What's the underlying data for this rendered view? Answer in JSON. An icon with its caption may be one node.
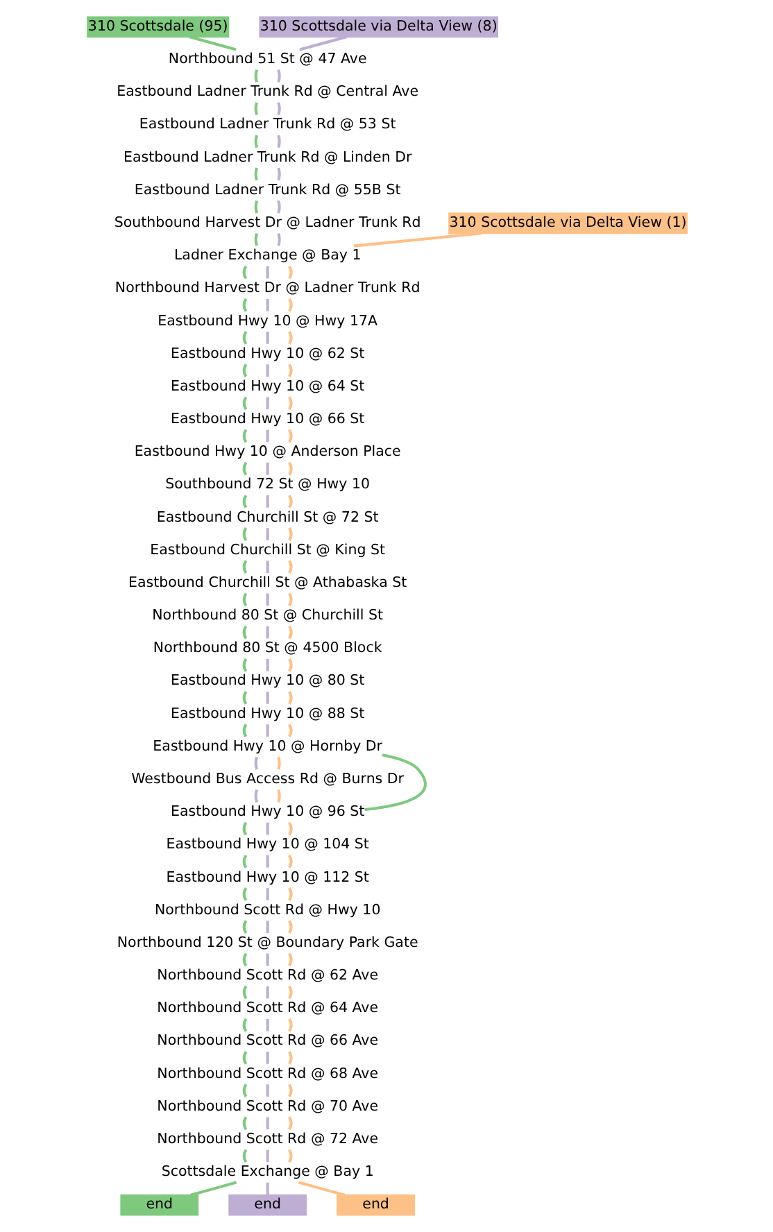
{
  "diagram": {
    "nodes": [
      {
        "text": [
          "310 Scottsdale (95)"
        ]
      },
      {
        "text": [
          "310 Scottsdale via Delta View (8)"
        ]
      },
      {
        "text": [
          "Northbound 51 St @ 47 Ave"
        ]
      },
      {
        "text": [
          "Eastbound Ladner Trunk Rd @ Central Ave"
        ]
      },
      {
        "text": [
          "Eastbound Ladner Trunk Rd @ 53 St"
        ]
      },
      {
        "text": [
          "Eastbound Ladner Trunk Rd @ Linden Dr"
        ]
      },
      {
        "text": [
          "Eastbound Ladner Trunk Rd @ 55B St"
        ]
      },
      {
        "text": [
          "Southbound Harvest Dr @ Ladner Trunk Rd"
        ]
      },
      {
        "text": [
          "310 Scottsdale via Delta View (1)"
        ]
      },
      {
        "text": [
          "Ladner Exchange @ Bay 1"
        ]
      },
      {
        "text": [
          "Northbound Harvest Dr @ Ladner Trunk Rd"
        ]
      },
      {
        "text": [
          "Eastbound Hwy 10 @ Hwy 17A"
        ]
      },
      {
        "text": [
          "Eastbound Hwy 10 @ 62 St"
        ]
      },
      {
        "text": [
          "Eastbound Hwy 10 @ 64 St"
        ]
      },
      {
        "text": [
          "Eastbound Hwy 10 @ 66 St"
        ]
      },
      {
        "text": [
          "Eastbound Hwy 10 @ Anderson Place"
        ]
      },
      {
        "text": [
          "Southbound 72 St @ Hwy 10"
        ]
      },
      {
        "text": [
          "Eastbound Churchill St @ 72 St"
        ]
      },
      {
        "text": [
          "Eastbound Churchill St @ King St"
        ]
      },
      {
        "text": [
          "Eastbound Churchill St @ Athabaska St"
        ]
      },
      {
        "text": [
          "Northbound 80 St @ Churchill St"
        ]
      },
      {
        "text": [
          "Northbound 80 St @ 4500 Block"
        ]
      },
      {
        "text": [
          "Eastbound Hwy 10 @ 80 St"
        ]
      },
      {
        "text": [
          "Eastbound Hwy 10 @ 88 St"
        ]
      },
      {
        "text": [
          "Eastbound Hwy 10 @ Hornby Dr"
        ]
      },
      {
        "text": [
          "Westbound Bus Access Rd @ Burns Dr"
        ]
      },
      {
        "text": [
          "Eastbound Hwy 10 @ 96 St"
        ]
      },
      {
        "text": [
          "Eastbound Hwy 10 @ 104 St"
        ]
      },
      {
        "text": [
          "Eastbound Hwy 10 @ 112 St"
        ]
      },
      {
        "text": [
          "Northbound Scott Rd @ Hwy 10"
        ]
      },
      {
        "text": [
          "Northbound 120 St @ Boundary Park Gate"
        ]
      },
      {
        "text": [
          "Northbound Scott Rd @ 62 Ave"
        ]
      },
      {
        "text": [
          "Northbound Scott Rd @ 64 Ave"
        ]
      },
      {
        "text": [
          "Northbound Scott Rd @ 66 Ave"
        ]
      },
      {
        "text": [
          "Northbound Scott Rd @ 68 Ave"
        ]
      },
      {
        "text": [
          "Northbound Scott Rd @ 70 Ave"
        ]
      },
      {
        "text": [
          "Northbound Scott Rd @ 72 Ave"
        ]
      },
      {
        "text": [
          "Scottsdale Exchange @ Bay 1"
        ]
      },
      {
        "text": [
          "end"
        ]
      },
      {
        "text": [
          "end"
        ]
      },
      {
        "text": [
          "end"
        ]
      }
    ],
    "edges": [
      {
        "from": 0,
        "to": 2,
        "arrow": "none",
        "color": "#7fc97f"
      },
      {
        "from": 2,
        "to": 3,
        "arrow": "none",
        "color": "#7fc97f"
      },
      {
        "from": 3,
        "to": 4,
        "arrow": "none",
        "color": "#7fc97f"
      },
      {
        "from": 4,
        "to": 5,
        "arrow": "none",
        "color": "#7fc97f"
      },
      {
        "from": 5,
        "to": 6,
        "arrow": "none",
        "color": "#7fc97f"
      },
      {
        "from": 6,
        "to": 7,
        "arrow": "none",
        "color": "#7fc97f"
      },
      {
        "from": 7,
        "to": 9,
        "arrow": "none",
        "color": "#7fc97f"
      },
      {
        "from": 9,
        "to": 10,
        "arrow": "none",
        "color": "#7fc97f"
      },
      {
        "from": 10,
        "to": 11,
        "arrow": "none",
        "color": "#7fc97f"
      },
      {
        "from": 11,
        "to": 12,
        "arrow": "none",
        "color": "#7fc97f"
      },
      {
        "from": 12,
        "to": 13,
        "arrow": "none",
        "color": "#7fc97f"
      },
      {
        "from": 13,
        "to": 14,
        "arrow": "none",
        "color": "#7fc97f"
      },
      {
        "from": 14,
        "to": 15,
        "arrow": "none",
        "color": "#7fc97f"
      },
      {
        "from": 15,
        "to": 16,
        "arrow": "none",
        "color": "#7fc97f"
      },
      {
        "from": 16,
        "to": 17,
        "arrow": "none",
        "color": "#7fc97f"
      },
      {
        "from": 17,
        "to": 18,
        "arrow": "none",
        "color": "#7fc97f"
      },
      {
        "from": 18,
        "to": 19,
        "arrow": "none",
        "color": "#7fc97f"
      },
      {
        "from": 19,
        "to": 20,
        "arrow": "none",
        "color": "#7fc97f"
      },
      {
        "from": 20,
        "to": 21,
        "arrow": "none",
        "color": "#7fc97f"
      },
      {
        "from": 21,
        "to": 22,
        "arrow": "none",
        "color": "#7fc97f"
      },
      {
        "from": 22,
        "to": 23,
        "arrow": "none",
        "color": "#7fc97f"
      },
      {
        "from": 23,
        "to": 24,
        "arrow": "none",
        "color": "#7fc97f"
      },
      {
        "from": 24,
        "to": 26,
        "arrow": "none",
        "color": "#7fc97f"
      },
      {
        "from": 26,
        "to": 27,
        "arrow": "none",
        "color": "#7fc97f"
      },
      {
        "from": 27,
        "to": 28,
        "arrow": "none",
        "color": "#7fc97f"
      },
      {
        "from": 28,
        "to": 29,
        "arrow": "none",
        "color": "#7fc97f"
      },
      {
        "from": 29,
        "to": 30,
        "arrow": "none",
        "color": "#7fc97f"
      },
      {
        "from": 30,
        "to": 31,
        "arrow": "none",
        "color": "#7fc97f"
      },
      {
        "from": 31,
        "to": 32,
        "arrow": "none",
        "color": "#7fc97f"
      },
      {
        "from": 32,
        "to": 33,
        "arrow": "none",
        "color": "#7fc97f"
      },
      {
        "from": 33,
        "to": 34,
        "arrow": "none",
        "color": "#7fc97f"
      },
      {
        "from": 34,
        "to": 35,
        "arrow": "none",
        "color": "#7fc97f"
      },
      {
        "from": 35,
        "to": 36,
        "arrow": "none",
        "color": "#7fc97f"
      },
      {
        "from": 36,
        "to": 37,
        "arrow": "none",
        "color": "#7fc97f"
      },
      {
        "from": 37,
        "to": 38,
        "arrow": "none",
        "color": "#7fc97f"
      },
      {
        "from": 1,
        "to": 2,
        "arrow": "none",
        "color": "#beaed4"
      },
      {
        "from": 2,
        "to": 3,
        "arrow": "none",
        "color": "#beaed4"
      },
      {
        "from": 3,
        "to": 4,
        "arrow": "none",
        "color": "#beaed4"
      },
      {
        "from": 4,
        "to": 5,
        "arrow": "none",
        "color": "#beaed4"
      },
      {
        "from": 5,
        "to": 6,
        "arrow": "none",
        "color": "#beaed4"
      },
      {
        "from": 6,
        "to": 7,
        "arrow": "none",
        "color": "#beaed4"
      },
      {
        "from": 7,
        "to": 9,
        "arrow": "none",
        "color": "#beaed4"
      },
      {
        "from": 9,
        "to": 10,
        "arrow": "none",
        "color": "#beaed4"
      },
      {
        "from": 10,
        "to": 11,
        "arrow": "none",
        "color": "#beaed4"
      },
      {
        "from": 11,
        "to": 12,
        "arrow": "none",
        "color": "#beaed4"
      },
      {
        "from": 12,
        "to": 13,
        "arrow": "none",
        "color": "#beaed4"
      },
      {
        "from": 13,
        "to": 14,
        "arrow": "none",
        "color": "#beaed4"
      },
      {
        "from": 14,
        "to": 15,
        "arrow": "none",
        "color": "#beaed4"
      },
      {
        "from": 15,
        "to": 16,
        "arrow": "none",
        "color": "#beaed4"
      },
      {
        "from": 16,
        "to": 17,
        "arrow": "none",
        "color": "#beaed4"
      },
      {
        "from": 17,
        "to": 18,
        "arrow": "none",
        "color": "#beaed4"
      },
      {
        "from": 18,
        "to": 19,
        "arrow": "none",
        "color": "#beaed4"
      },
      {
        "from": 19,
        "to": 20,
        "arrow": "none",
        "color": "#beaed4"
      },
      {
        "from": 20,
        "to": 21,
        "arrow": "none",
        "color": "#beaed4"
      },
      {
        "from": 21,
        "to": 22,
        "arrow": "none",
        "color": "#beaed4"
      },
      {
        "from": 22,
        "to": 23,
        "arrow": "none",
        "color": "#beaed4"
      },
      {
        "from": 23,
        "to": 24,
        "arrow": "none",
        "color": "#beaed4"
      },
      {
        "from": 24,
        "to": 25,
        "arrow": "none",
        "color": "#beaed4"
      },
      {
        "from": 25,
        "to": 26,
        "arrow": "none",
        "color": "#beaed4"
      },
      {
        "from": 26,
        "to": 27,
        "arrow": "none",
        "color": "#beaed4"
      },
      {
        "from": 27,
        "to": 28,
        "arrow": "none",
        "color": "#beaed4"
      },
      {
        "from": 28,
        "to": 29,
        "arrow": "none",
        "color": "#beaed4"
      },
      {
        "from": 29,
        "to": 30,
        "arrow": "none",
        "color": "#beaed4"
      },
      {
        "from": 30,
        "to": 31,
        "arrow": "none",
        "color": "#beaed4"
      },
      {
        "from": 31,
        "to": 32,
        "arrow": "none",
        "color": "#beaed4"
      },
      {
        "from": 32,
        "to": 33,
        "arrow": "none",
        "color": "#beaed4"
      },
      {
        "from": 33,
        "to": 34,
        "arrow": "none",
        "color": "#beaed4"
      },
      {
        "from": 34,
        "to": 35,
        "arrow": "none",
        "color": "#beaed4"
      },
      {
        "from": 35,
        "to": 36,
        "arrow": "none",
        "color": "#beaed4"
      },
      {
        "from": 36,
        "to": 37,
        "arrow": "none",
        "color": "#beaed4"
      },
      {
        "from": 37,
        "to": 39,
        "arrow": "none",
        "color": "#beaed4"
      },
      {
        "from": 8,
        "to": 9,
        "arrow": "none",
        "color": "#fdc086"
      },
      {
        "from": 9,
        "to": 10,
        "arrow": "none",
        "color": "#fdc086"
      },
      {
        "from": 10,
        "to": 11,
        "arrow": "none",
        "color": "#fdc086"
      },
      {
        "from": 11,
        "to": 12,
        "arrow": "none",
        "color": "#fdc086"
      },
      {
        "from": 12,
        "to": 13,
        "arrow": "none",
        "color": "#fdc086"
      },
      {
        "from": 13,
        "to": 14,
        "arrow": "none",
        "color": "#fdc086"
      },
      {
        "from": 14,
        "to": 15,
        "arrow": "none",
        "color": "#fdc086"
      },
      {
        "from": 15,
        "to": 16,
        "arrow": "none",
        "color": "#fdc086"
      },
      {
        "from": 16,
        "to": 17,
        "arrow": "none",
        "color": "#fdc086"
      },
      {
        "from": 17,
        "to": 18,
        "arrow": "none",
        "color": "#fdc086"
      },
      {
        "from": 18,
        "to": 19,
        "arrow": "none",
        "color": "#fdc086"
      },
      {
        "from": 19,
        "to": 20,
        "arrow": "none",
        "color": "#fdc086"
      },
      {
        "from": 20,
        "to": 21,
        "arrow": "none",
        "color": "#fdc086"
      },
      {
        "from": 21,
        "to": 22,
        "arrow": "none",
        "color": "#fdc086"
      },
      {
        "from": 22,
        "to": 23,
        "arrow": "none",
        "color": "#fdc086"
      },
      {
        "from": 23,
        "to": 24,
        "arrow": "none",
        "color": "#fdc086"
      },
      {
        "from": 24,
        "to": 25,
        "arrow": "none",
        "color": "#fdc086"
      },
      {
        "from": 25,
        "to": 26,
        "arrow": "none",
        "color": "#fdc086"
      },
      {
        "from": 26,
        "to": 27,
        "arrow": "none",
        "color": "#fdc086"
      },
      {
        "from": 27,
        "to": 28,
        "arrow": "none",
        "color": "#fdc086"
      },
      {
        "from": 28,
        "to": 29,
        "arrow": "none",
        "color": "#fdc086"
      },
      {
        "from": 29,
        "to": 30,
        "arrow": "none",
        "color": "#fdc086"
      },
      {
        "from": 30,
        "to": 31,
        "arrow": "none",
        "color": "#fdc086"
      },
      {
        "from": 31,
        "to": 32,
        "arrow": "none",
        "color": "#fdc086"
      },
      {
        "from": 32,
        "to": 33,
        "arrow": "none",
        "color": "#fdc086"
      },
      {
        "from": 33,
        "to": 34,
        "arrow": "none",
        "color": "#fdc086"
      },
      {
        "from": 34,
        "to": 35,
        "arrow": "none",
        "color": "#fdc086"
      },
      {
        "from": 35,
        "to": 36,
        "arrow": "none",
        "color": "#fdc086"
      },
      {
        "from": 36,
        "to": 37,
        "arrow": "none",
        "color": "#fdc086"
      },
      {
        "from": 37,
        "to": 40,
        "arrow": "none",
        "color": "#fdc086"
      }
    ]
  }
}
